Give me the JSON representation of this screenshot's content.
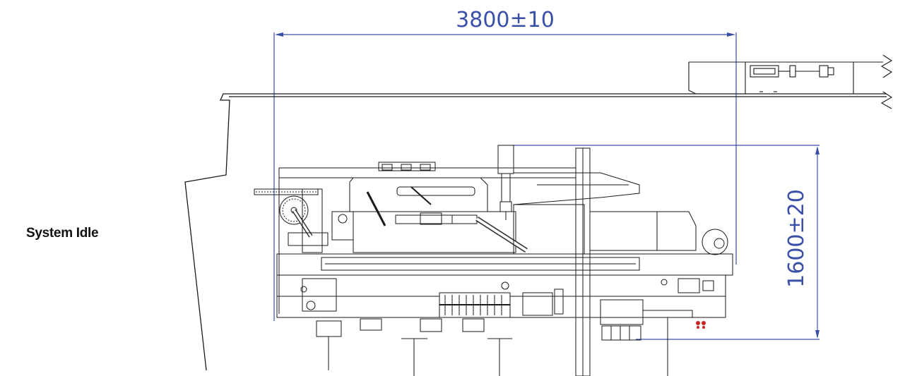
{
  "status": {
    "label": "System Idle"
  },
  "dimensions": {
    "width_label": "3800±10",
    "height_label": "1600±20"
  },
  "colors": {
    "dimension": "#3a4fa8",
    "line": "#1a1a1a",
    "accent": "#cc2222"
  }
}
